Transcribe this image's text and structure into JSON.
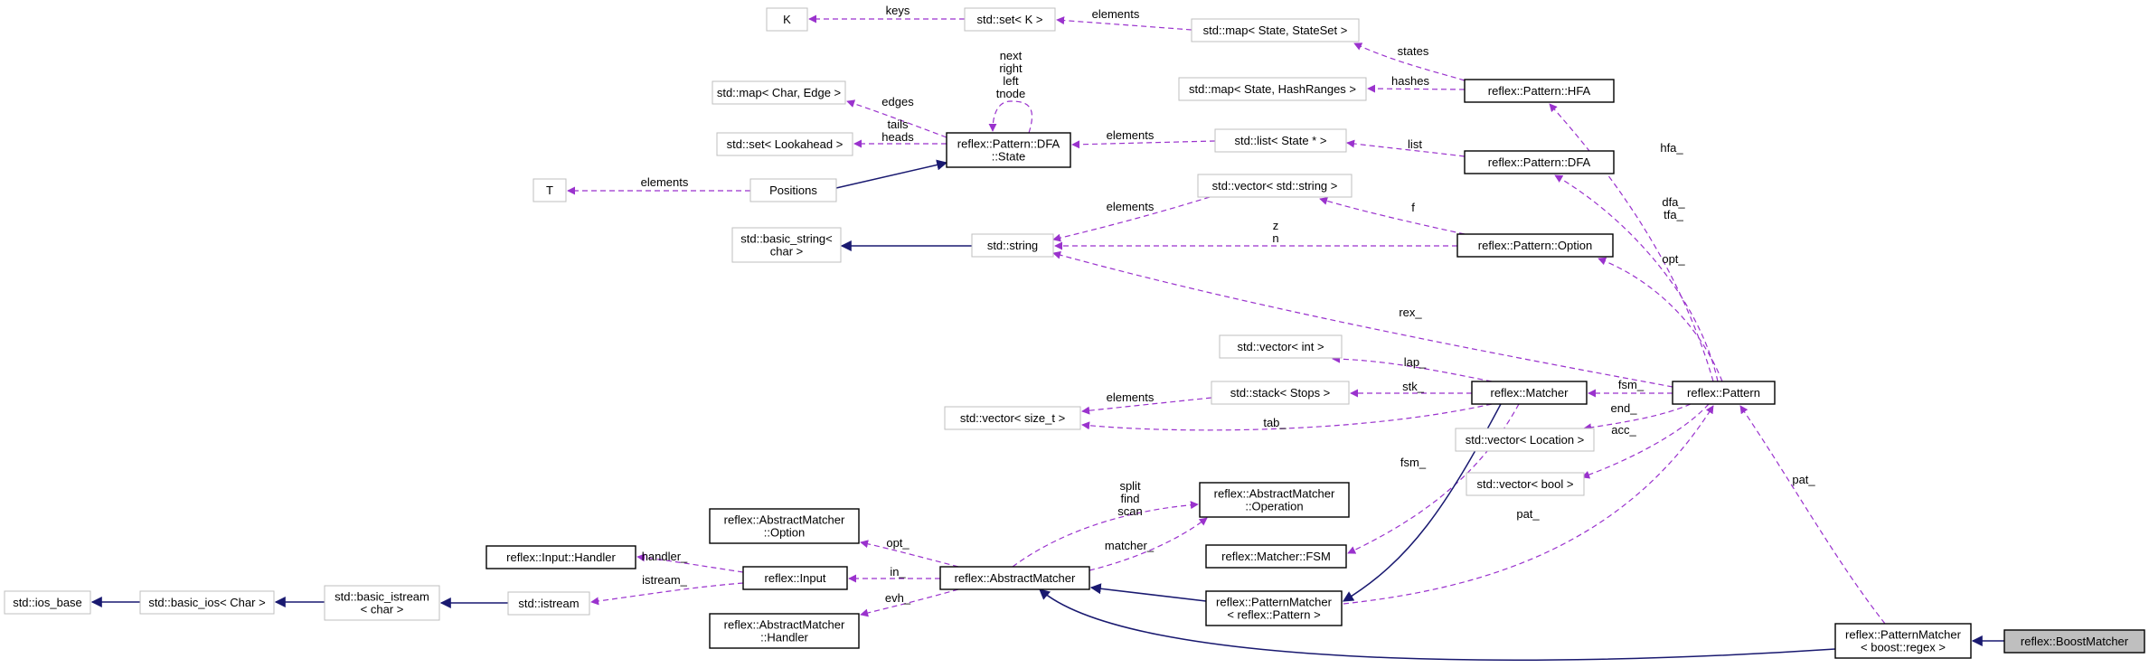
{
  "nodes": [
    {
      "id": "K",
      "label": [
        "K"
      ],
      "style": "plain"
    },
    {
      "id": "set_K",
      "label": [
        "std::set< K >"
      ],
      "style": "plain"
    },
    {
      "id": "map_state_stateset",
      "label": [
        "std::map< State, StateSet >"
      ],
      "style": "plain"
    },
    {
      "id": "map_state_hashranges",
      "label": [
        "std::map< State, HashRanges >"
      ],
      "style": "plain"
    },
    {
      "id": "hfa",
      "label": [
        "reflex::Pattern::HFA"
      ],
      "style": "bold"
    },
    {
      "id": "map_char_edge",
      "label": [
        "std::map< Char, Edge >"
      ],
      "style": "plain"
    },
    {
      "id": "set_lookahead",
      "label": [
        "std::set< Lookahead >"
      ],
      "style": "plain"
    },
    {
      "id": "T",
      "label": [
        "T"
      ],
      "style": "plain"
    },
    {
      "id": "positions",
      "label": [
        "Positions"
      ],
      "style": "plain"
    },
    {
      "id": "dfa_state",
      "label": [
        "reflex::Pattern::DFA",
        "::State"
      ],
      "style": "bold"
    },
    {
      "id": "list_state",
      "label": [
        "std::list< State * >"
      ],
      "style": "plain"
    },
    {
      "id": "dfa",
      "label": [
        "reflex::Pattern::DFA"
      ],
      "style": "bold"
    },
    {
      "id": "vec_string",
      "label": [
        "std::vector< std::string >"
      ],
      "style": "plain"
    },
    {
      "id": "basic_string",
      "label": [
        "std::basic_string<",
        "char >"
      ],
      "style": "plain"
    },
    {
      "id": "string",
      "label": [
        "std::string"
      ],
      "style": "plain"
    },
    {
      "id": "option",
      "label": [
        "reflex::Pattern::Option"
      ],
      "style": "bold"
    },
    {
      "id": "vec_int",
      "label": [
        "std::vector< int >"
      ],
      "style": "plain"
    },
    {
      "id": "stack_stops",
      "label": [
        "std::stack< Stops >"
      ],
      "style": "plain"
    },
    {
      "id": "vec_size_t",
      "label": [
        "std::vector< size_t >"
      ],
      "style": "plain"
    },
    {
      "id": "matcher",
      "label": [
        "reflex::Matcher"
      ],
      "style": "bold"
    },
    {
      "id": "pattern",
      "label": [
        "reflex::Pattern"
      ],
      "style": "bold"
    },
    {
      "id": "vec_location",
      "label": [
        "std::vector< Location >"
      ],
      "style": "plain"
    },
    {
      "id": "vec_bool",
      "label": [
        "std::vector< bool >"
      ],
      "style": "plain"
    },
    {
      "id": "am_option",
      "label": [
        "reflex::AbstractMatcher",
        "::Option"
      ],
      "style": "bold"
    },
    {
      "id": "am_operation",
      "label": [
        "reflex::AbstractMatcher",
        "::Operation"
      ],
      "style": "bold"
    },
    {
      "id": "input_handler",
      "label": [
        "reflex::Input::Handler"
      ],
      "style": "bold"
    },
    {
      "id": "matcher_fsm",
      "label": [
        "reflex::Matcher::FSM"
      ],
      "style": "bold"
    },
    {
      "id": "ios_base",
      "label": [
        "std::ios_base"
      ],
      "style": "plain"
    },
    {
      "id": "basic_ios",
      "label": [
        "std::basic_ios< Char >"
      ],
      "style": "plain"
    },
    {
      "id": "basic_istream",
      "label": [
        "std::basic_istream",
        "< char >"
      ],
      "style": "plain"
    },
    {
      "id": "istream",
      "label": [
        "std::istream"
      ],
      "style": "plain"
    },
    {
      "id": "input",
      "label": [
        "reflex::Input"
      ],
      "style": "bold"
    },
    {
      "id": "abstract_matcher",
      "label": [
        "reflex::AbstractMatcher"
      ],
      "style": "bold"
    },
    {
      "id": "pm_pattern",
      "label": [
        "reflex::PatternMatcher",
        "< reflex::Pattern >"
      ],
      "style": "bold"
    },
    {
      "id": "am_handler",
      "label": [
        "reflex::AbstractMatcher",
        "::Handler"
      ],
      "style": "bold"
    },
    {
      "id": "pm_boost",
      "label": [
        "reflex::PatternMatcher",
        "< boost::regex >"
      ],
      "style": "bold"
    },
    {
      "id": "boost_matcher",
      "label": [
        "reflex::BoostMatcher"
      ],
      "style": "focus"
    }
  ],
  "edges": [
    {
      "id": "e_set_K",
      "from": "set_K",
      "to": "K",
      "kind": "usage",
      "label": [
        "keys"
      ]
    },
    {
      "id": "e_map_set",
      "from": "map_state_stateset",
      "to": "set_K",
      "kind": "usage",
      "label": [
        "elements"
      ]
    },
    {
      "id": "e_hfa_states",
      "from": "hfa",
      "to": "map_state_stateset",
      "kind": "usage",
      "label": [
        "states"
      ]
    },
    {
      "id": "e_hfa_hashes",
      "from": "hfa",
      "to": "map_state_hashranges",
      "kind": "usage",
      "label": [
        "hashes"
      ]
    },
    {
      "id": "e_dfa_self",
      "from": "dfa_state",
      "to": "dfa_state",
      "kind": "usage",
      "label": [
        "next",
        "right",
        "left",
        "tnode"
      ]
    },
    {
      "id": "e_dfa_edges",
      "from": "dfa_state",
      "to": "map_char_edge",
      "kind": "usage",
      "label": [
        "edges"
      ]
    },
    {
      "id": "e_dfa_tails",
      "from": "dfa_state",
      "to": "set_lookahead",
      "kind": "usage",
      "label": [
        "tails",
        "heads"
      ]
    },
    {
      "id": "e_list_elem",
      "from": "list_state",
      "to": "dfa_state",
      "kind": "usage",
      "label": [
        "elements"
      ]
    },
    {
      "id": "e_dfa_list",
      "from": "dfa",
      "to": "list_state",
      "kind": "usage",
      "label": [
        "list"
      ]
    },
    {
      "id": "e_pos_T",
      "from": "positions",
      "to": "T",
      "kind": "usage",
      "label": [
        "elements"
      ]
    },
    {
      "id": "e_pos_inh",
      "from": "positions",
      "to": "dfa_state",
      "kind": "inherit",
      "label": []
    },
    {
      "id": "e_str_inh",
      "from": "string",
      "to": "basic_string",
      "kind": "inherit",
      "label": []
    },
    {
      "id": "e_vecstr_elem",
      "from": "vec_string",
      "to": "string",
      "kind": "usage",
      "label": [
        "elements"
      ]
    },
    {
      "id": "e_opt_f",
      "from": "option",
      "to": "vec_string",
      "kind": "usage",
      "label": [
        "f"
      ]
    },
    {
      "id": "e_opt_zn",
      "from": "option",
      "to": "string",
      "kind": "usage",
      "label": [
        "z",
        "n"
      ]
    },
    {
      "id": "e_pat_rex",
      "from": "pattern",
      "to": "string",
      "kind": "usage",
      "label": [
        "rex_"
      ]
    },
    {
      "id": "e_pat_hfa",
      "from": "pattern",
      "to": "hfa",
      "kind": "usage",
      "label": [
        "hfa_"
      ]
    },
    {
      "id": "e_pat_dfa",
      "from": "pattern",
      "to": "dfa",
      "kind": "usage",
      "label": [
        "dfa_",
        "tfa_"
      ]
    },
    {
      "id": "e_pat_opt",
      "from": "pattern",
      "to": "option",
      "kind": "usage",
      "label": [
        "opt_"
      ]
    },
    {
      "id": "e_pat_fsm",
      "from": "pattern",
      "to": "matcher",
      "kind": "usage",
      "label": [
        "fsm_"
      ]
    },
    {
      "id": "e_pat_end",
      "from": "pattern",
      "to": "vec_location",
      "kind": "usage",
      "label": [
        "end_"
      ]
    },
    {
      "id": "e_pat_acc",
      "from": "pattern",
      "to": "vec_bool",
      "kind": "usage",
      "label": [
        "acc_"
      ]
    },
    {
      "id": "e_m_lap",
      "from": "matcher",
      "to": "vec_int",
      "kind": "usage",
      "label": [
        "lap_"
      ]
    },
    {
      "id": "e_m_stk",
      "from": "matcher",
      "to": "stack_stops",
      "kind": "usage",
      "label": [
        "stk_"
      ]
    },
    {
      "id": "e_stack_elem",
      "from": "stack_stops",
      "to": "vec_size_t",
      "kind": "usage",
      "label": [
        "elements"
      ]
    },
    {
      "id": "e_m_tab",
      "from": "matcher",
      "to": "vec_size_t",
      "kind": "usage",
      "label": [
        "tab_"
      ]
    },
    {
      "id": "e_m_fsm",
      "from": "matcher",
      "to": "matcher_fsm",
      "kind": "usage",
      "label": [
        "fsm_"
      ]
    },
    {
      "id": "e_ios_inh",
      "from": "basic_ios",
      "to": "ios_base",
      "kind": "inherit",
      "label": []
    },
    {
      "id": "e_bis_inh",
      "from": "basic_istream",
      "to": "basic_ios",
      "kind": "inherit",
      "label": []
    },
    {
      "id": "e_is_inh",
      "from": "istream",
      "to": "basic_istream",
      "kind": "inherit",
      "label": []
    },
    {
      "id": "e_in_handler",
      "from": "input",
      "to": "input_handler",
      "kind": "usage",
      "label": [
        "handler_"
      ]
    },
    {
      "id": "e_in_istream",
      "from": "input",
      "to": "istream",
      "kind": "usage",
      "label": [
        "istream_"
      ]
    },
    {
      "id": "e_am_opt",
      "from": "abstract_matcher",
      "to": "am_option",
      "kind": "usage",
      "label": [
        "opt_"
      ]
    },
    {
      "id": "e_am_in",
      "from": "abstract_matcher",
      "to": "input",
      "kind": "usage",
      "label": [
        "in_"
      ]
    },
    {
      "id": "e_am_evh",
      "from": "abstract_matcher",
      "to": "am_handler",
      "kind": "usage",
      "label": [
        "evh_"
      ]
    },
    {
      "id": "e_am_op",
      "from": "abstract_matcher",
      "to": "am_operation",
      "kind": "usage",
      "label": [
        "split",
        "find",
        "scan"
      ]
    },
    {
      "id": "e_am_matcher",
      "from": "abstract_matcher",
      "to": "am_operation",
      "kind": "usage",
      "label": [
        "matcher_"
      ]
    },
    {
      "id": "e_pmp_inh",
      "from": "pm_pattern",
      "to": "abstract_matcher",
      "kind": "inherit",
      "label": []
    },
    {
      "id": "e_m_inh",
      "from": "matcher",
      "to": "pm_pattern",
      "kind": "inherit",
      "label": []
    },
    {
      "id": "e_pmp_pat",
      "from": "pm_pattern",
      "to": "pattern",
      "kind": "usage",
      "label": [
        "pat_"
      ]
    },
    {
      "id": "e_pmb_pat",
      "from": "pm_boost",
      "to": "pattern",
      "kind": "usage",
      "label": [
        "pat_"
      ]
    },
    {
      "id": "e_pmb_inh",
      "from": "pm_boost",
      "to": "abstract_matcher",
      "kind": "inherit",
      "label": []
    },
    {
      "id": "e_bm_inh",
      "from": "boost_matcher",
      "to": "pm_boost",
      "kind": "inherit",
      "label": []
    }
  ],
  "colors": {
    "usage": "#9a32cd",
    "inherit": "#191970",
    "plain_border": "#bfbfbf",
    "bold_border": "#000000",
    "focus_fill": "#bfbfbf"
  }
}
